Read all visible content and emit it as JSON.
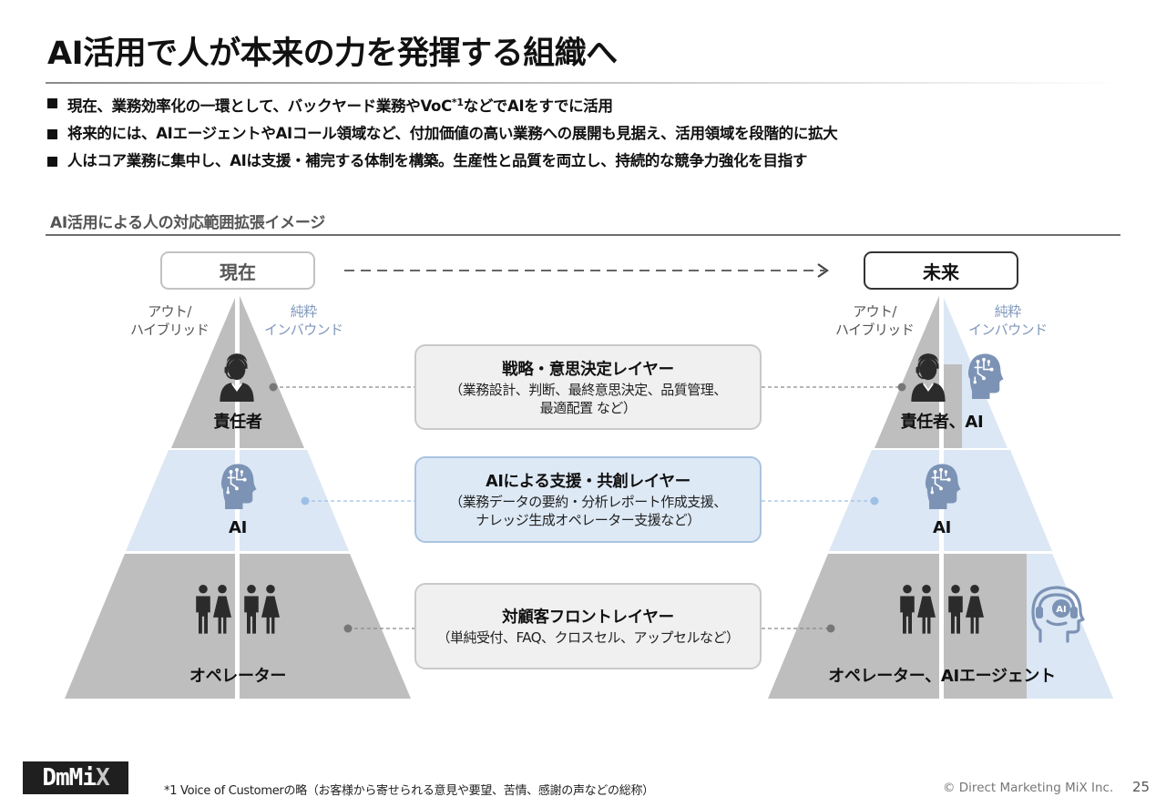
{
  "title": "AI活用で人が本来の力を発揮する組織へ",
  "bullets": [
    {
      "before": "現在、業務効率化の一環として、バックヤード業務やVoC",
      "sup": "*1",
      "after": "などでAIをすでに活用"
    },
    {
      "before": "将来的には、AIエージェントやAIコール領域など、付加価値の高い業務への展開も見据え、活用領域を段階的に拡大",
      "sup": "",
      "after": ""
    },
    {
      "before": "人はコア業務に集中し、AIは支援・補完する体制を構築。生産性と品質を両立し、持続的な競争力強化を目指す",
      "sup": "",
      "after": ""
    }
  ],
  "section_title": "AI活用による人の対応範囲拡張イメージ",
  "tags": {
    "now": "現在",
    "future": "未来"
  },
  "pyramid_labels": {
    "out_hybrid": [
      "アウト/",
      "ハイブリッド"
    ],
    "pure_inbound": [
      "純粋",
      "インバウンド"
    ]
  },
  "left_layers": {
    "top": "責任者",
    "middle": "AI",
    "bottom": "オペレーター"
  },
  "right_layers": {
    "top": "責任者、AI",
    "middle": "AI",
    "bottom": "オペレーター、AIエージェント"
  },
  "boxes": [
    {
      "title": "戦略・意思決定レイヤー",
      "lines": [
        "（業務設計、判断、最終意思決定、品質管理、",
        "最適配置 など）"
      ]
    },
    {
      "title": "AIによる支援・共創レイヤー",
      "lines": [
        "（業務データの要約・分析レポート作成支援、",
        "ナレッジ生成オペレーター支援など）"
      ]
    },
    {
      "title": "対顧客フロントレイヤー",
      "lines": [
        "（単純受付、FAQ、クロスセル、アップセルなど）"
      ]
    }
  ],
  "icons": {
    "person_headset": "person-headset-icon",
    "ai_head": "ai-head-icon",
    "people_group": "people-group-icon",
    "ai_agent": "ai-agent-headset-icon",
    "ai_badge_text": "AI"
  },
  "colors": {
    "pyramid_gray": "#bebebe",
    "pyramid_blue": "#dbe7f4",
    "icon_dark": "#2b2b2b",
    "icon_blue": "#7c93b5",
    "connector_gray": "#8a8a8a",
    "connector_blue": "#9ec0e6"
  },
  "logo": {
    "main": "DmMi",
    "x": "X"
  },
  "footnote": "*1  Voice of Customerの略（お客様から寄せられる意見や要望、苦情、感謝の声などの総称）",
  "copyright": "© Direct Marketing MiX Inc.",
  "page_number": "25"
}
